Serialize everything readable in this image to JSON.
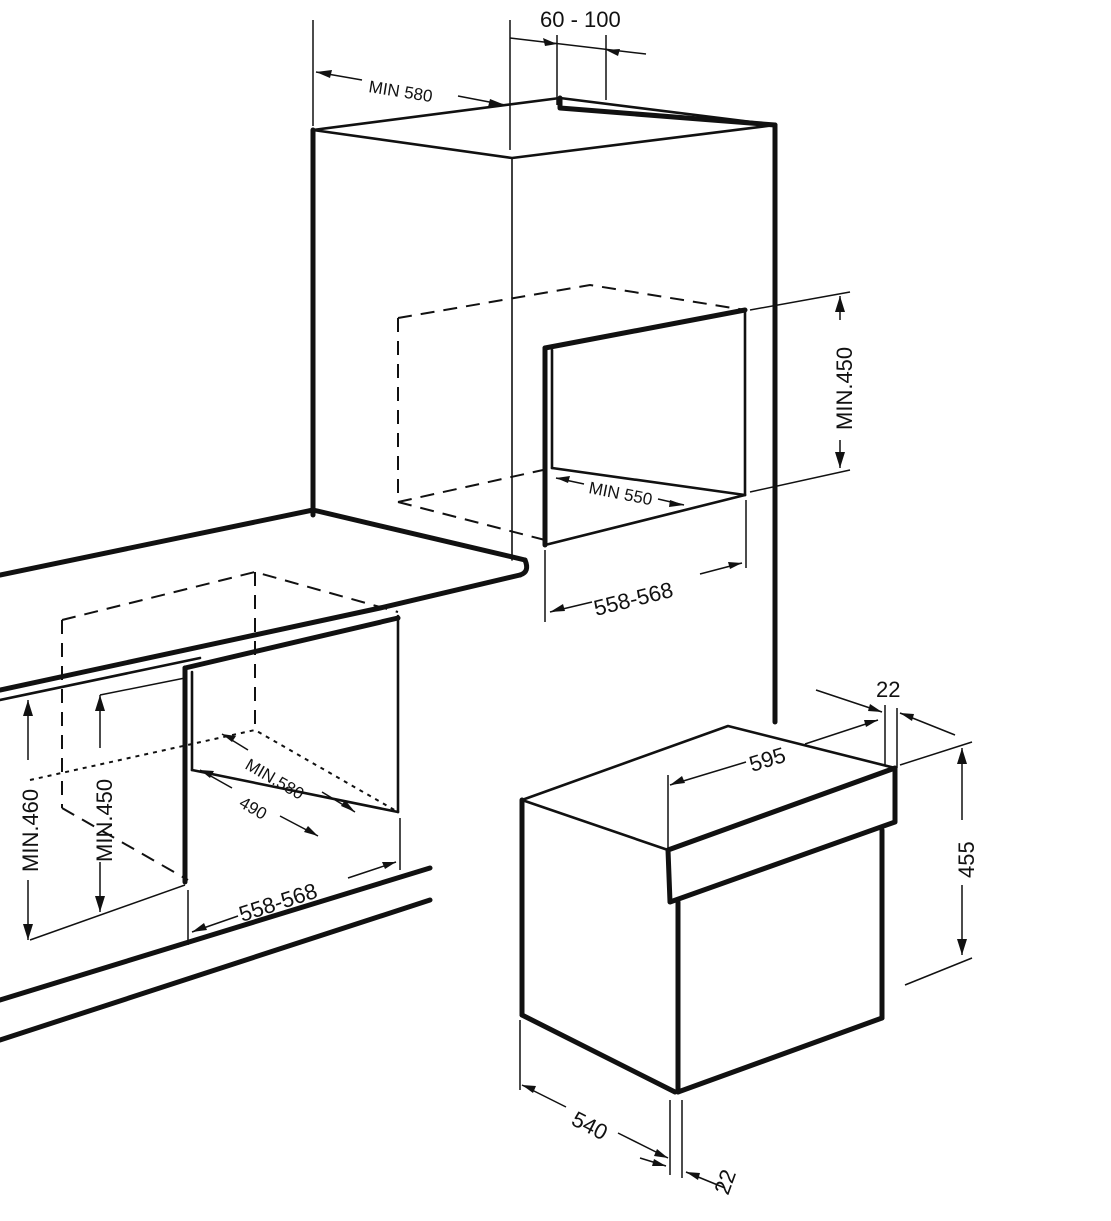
{
  "diagram": {
    "dimensions": {
      "top_recess": "60 - 100",
      "tall_depth": "MIN 580",
      "upper_niche_height": "MIN.450",
      "upper_niche_depth": "MIN 550",
      "upper_niche_width": "558-568",
      "lower_total_height": "MIN.460",
      "lower_niche_height": "MIN.450",
      "lower_niche_depth": "MIN.580",
      "lower_inner_depth": "490",
      "lower_niche_width": "558-568",
      "oven_top_offset": "22",
      "oven_width": "595",
      "oven_height": "455",
      "oven_depth": "540",
      "oven_front_offset": "22"
    }
  }
}
